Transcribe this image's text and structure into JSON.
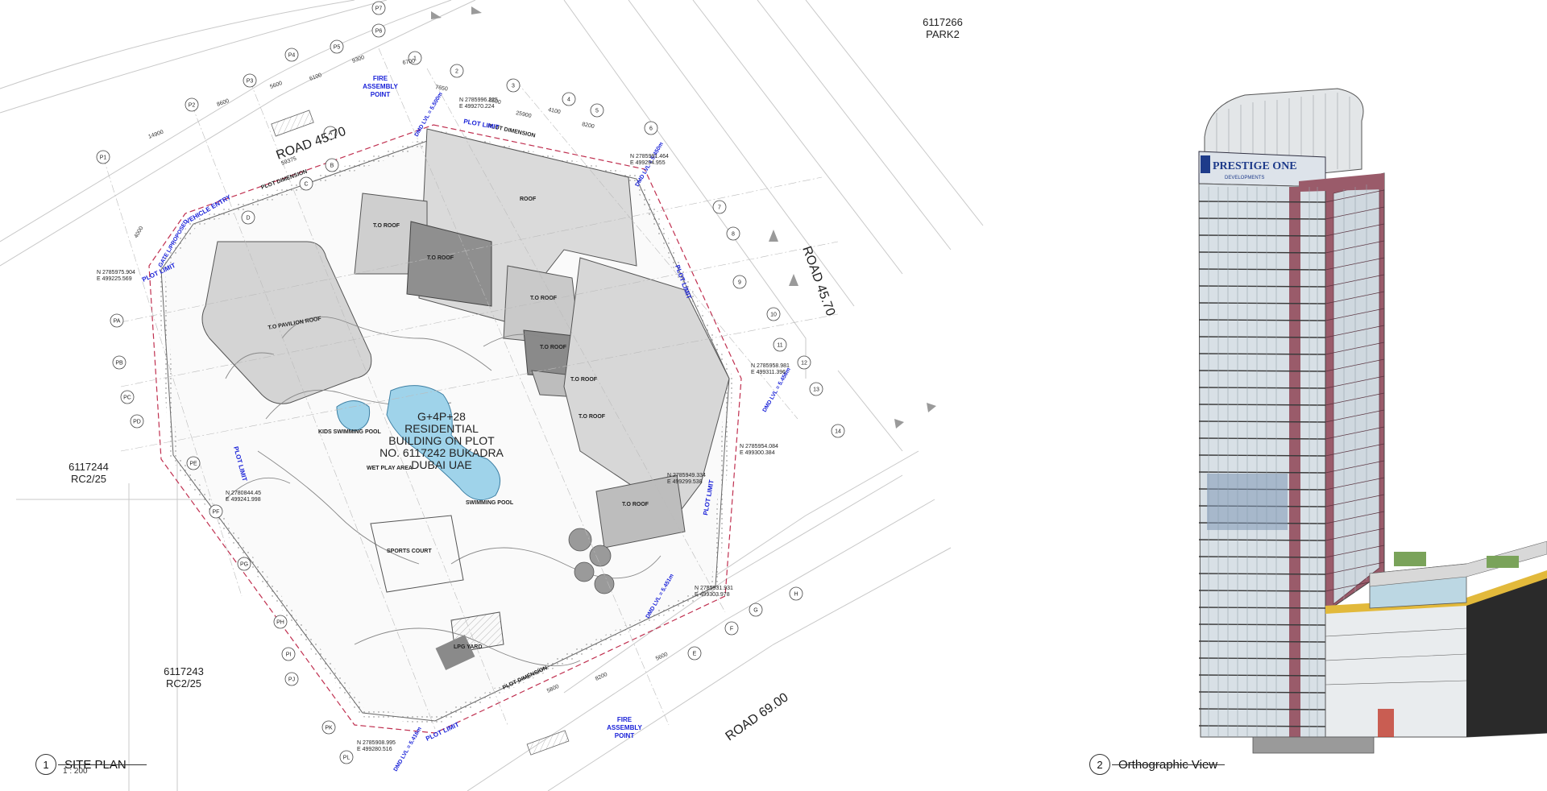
{
  "site_plan": {
    "roads": {
      "north_west": "ROAD 45.70",
      "east": "ROAD 45.70",
      "south": "ROAD 69.00"
    },
    "adjacent_plots": {
      "north_east_id": "6117266",
      "north_east_zone": "PARK2",
      "west_id": "6117244",
      "west_zone": "RC2/25",
      "south_west_id": "6117243",
      "south_west_zone": "RC2/25"
    },
    "building_label": {
      "line1": "G+4P+28",
      "line2": "RESIDENTIAL",
      "line3": "BUILDING ON PLOT",
      "line4": "NO. 6117242 BUKADRA",
      "line5": "DUBAI UAE"
    },
    "areas": {
      "kids_pool": "KIDS SWIMMING POOL",
      "wet_play": "WET PLAY AREA",
      "pool": "SWIMMING POOL",
      "sports_court": "SPORTS COURT",
      "lpg_yard": "LPG YARD",
      "pavilion_roof": "T.O PAVILION ROOF",
      "roof_main": "ROOF",
      "to_roof": "T.O ROOF",
      "plot_dimension": "PLOT DIMENSION"
    },
    "blue_labels": {
      "fire_assembly_1": "FIRE",
      "fire_assembly_2": "ASSEMBLY",
      "fire_assembly_3": "POINT",
      "plot_limit": "PLOT LIMIT",
      "vehicle_entry": "VEHICLE ENTRY",
      "gate_proposed": "GATE L/PROPOSED",
      "dmd_north": "DMD LVL = 5.500m",
      "dmd_north_east": "DMD LVL = 5.450m",
      "dmd_east": "DMD LVL = 5.456m",
      "dmd_south_east": "DMD LVL = 5.451m",
      "dmd_south": "DMD LVL = 5.416m"
    },
    "coordinates": {
      "c1_n": "N 2785996.225",
      "c1_e": "E 499270.224",
      "c2_n": "N 2785991.464",
      "c2_e": "E 499294.955",
      "c3_n": "N 2785975.904",
      "c3_e": "E 499225.569",
      "c4_n": "N 2785958.981",
      "c4_e": "E 499311.396",
      "c5_n": "N 2785954.084",
      "c5_e": "E 499300.384",
      "c6_n": "N 2785949.334",
      "c6_e": "E 499299.538",
      "c7_n": "N 2780844.45",
      "c7_e": "E 499241.998",
      "c8_n": "N 2785931.931",
      "c8_e": "E 499303.978",
      "c9_n": "N 2785908.995",
      "c9_e": "E 499280.516"
    },
    "grid_labels": [
      "P1",
      "P2",
      "P3",
      "P4",
      "P5",
      "P6",
      "P7",
      "1",
      "2",
      "3",
      "4",
      "5",
      "6",
      "7",
      "8",
      "9",
      "10",
      "11",
      "12",
      "13",
      "14",
      "A",
      "B",
      "C",
      "D",
      "E",
      "F",
      "G",
      "H",
      "PA",
      "PB",
      "PC",
      "PD",
      "PE",
      "PF",
      "PG",
      "PH",
      "PI",
      "PJ",
      "PK",
      "PL"
    ],
    "dimensions": [
      "14900",
      "8600",
      "5600",
      "6100",
      "9300",
      "6700",
      "7650",
      "8500",
      "4100",
      "8200",
      "5800",
      "8200",
      "5600",
      "25900",
      "59375",
      "4000"
    ],
    "view_number": "1",
    "view_title": "SITE PLAN",
    "view_scale": "1 : 200"
  },
  "ortho": {
    "view_number": "2",
    "view_title": "Orthographic View",
    "sign_main": "PRESTIGE ONE",
    "sign_sub": "DEVELOPMENTS"
  },
  "colors": {
    "blue": "#1a22d8",
    "roof": "#d9d9d9",
    "roof_dark": "#8f8f8f",
    "pool": "#9fd3ea",
    "tower_glass": "#d8e0e6",
    "tower_frame": "#9a5b6a",
    "podium_dark": "#2a2a2a",
    "accent_yellow": "#e2b93b"
  }
}
